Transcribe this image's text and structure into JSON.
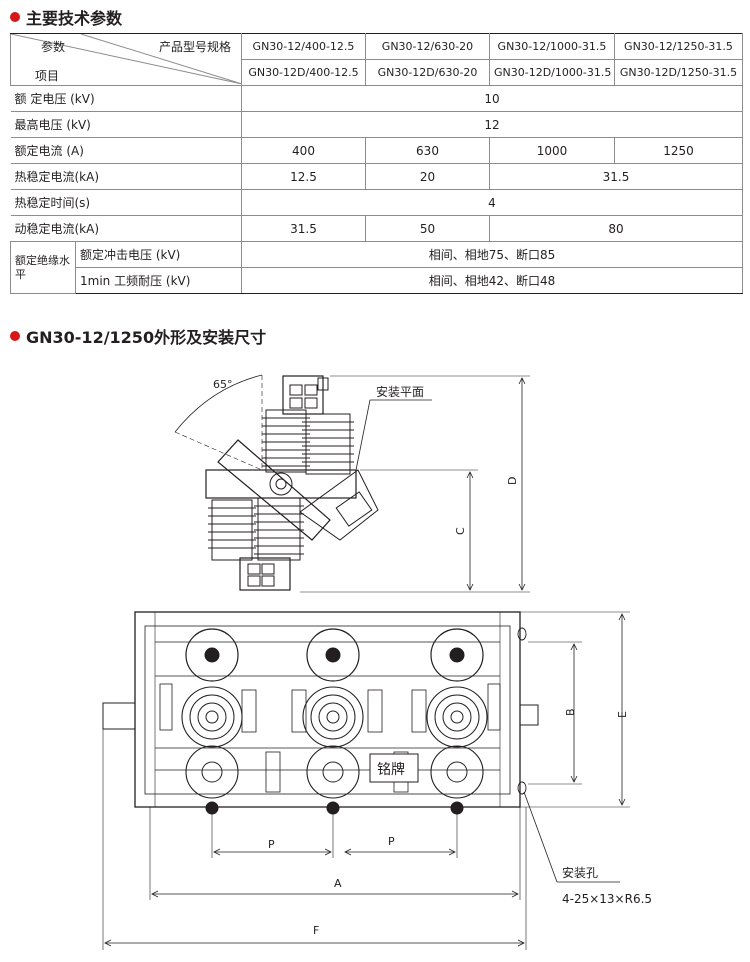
{
  "sections": {
    "params_title": "主要技术参数",
    "drawing_title": "GN30-12/1250外形及安装尺寸"
  },
  "table": {
    "header": {
      "param": "参数",
      "model": "产品型号规格",
      "item": "项目"
    },
    "models_row1": [
      "GN30-12/400-12.5",
      "GN30-12/630-20",
      "GN30-12/1000-31.5",
      "GN30-12/1250-31.5"
    ],
    "models_row2": [
      "GN30-12D/400-12.5",
      "GN30-12D/630-20",
      "GN30-12D/1000-31.5",
      "GN30-12D/1250-31.5"
    ],
    "rows": {
      "rated_voltage": {
        "label": "额 定电压 (kV)",
        "value": "10"
      },
      "max_voltage": {
        "label": "最高电压  (kV)",
        "value": "12"
      },
      "rated_current": {
        "label": "额定电流  (A)",
        "values": [
          "400",
          "630",
          "1000",
          "1250"
        ]
      },
      "thermal_current": {
        "label": "热稳定电流(kA)",
        "values": [
          "12.5",
          "20",
          "31.5"
        ]
      },
      "thermal_time": {
        "label": "热稳定时间(s)",
        "value": "4"
      },
      "dynamic_current": {
        "label": "动稳定电流(kA)",
        "values": [
          "31.5",
          "50",
          "80"
        ]
      },
      "insulation": {
        "group_label": "额定绝缘水平",
        "impulse_label": "额定冲击电压    (kV)",
        "impulse_value": "相间、相地75、断口85",
        "power_freq_label": "1min 工频耐压  (kV)",
        "power_freq_value": "相间、相地42、断口48"
      }
    }
  },
  "drawing": {
    "angle": "65°",
    "mount_plane": "安装平面",
    "dim_D": "D",
    "dim_C": "C",
    "dim_B": "B",
    "dim_E": "E",
    "dim_P1": "P",
    "dim_P2": "P",
    "dim_A": "A",
    "dim_F": "F",
    "nameplate": "铭牌",
    "mount_hole": "安装孔",
    "hole_spec": "4-25×13×R6.5"
  },
  "colors": {
    "bullet": "#d7161c",
    "line": "#231f20",
    "grid": "#8c8c8c"
  }
}
